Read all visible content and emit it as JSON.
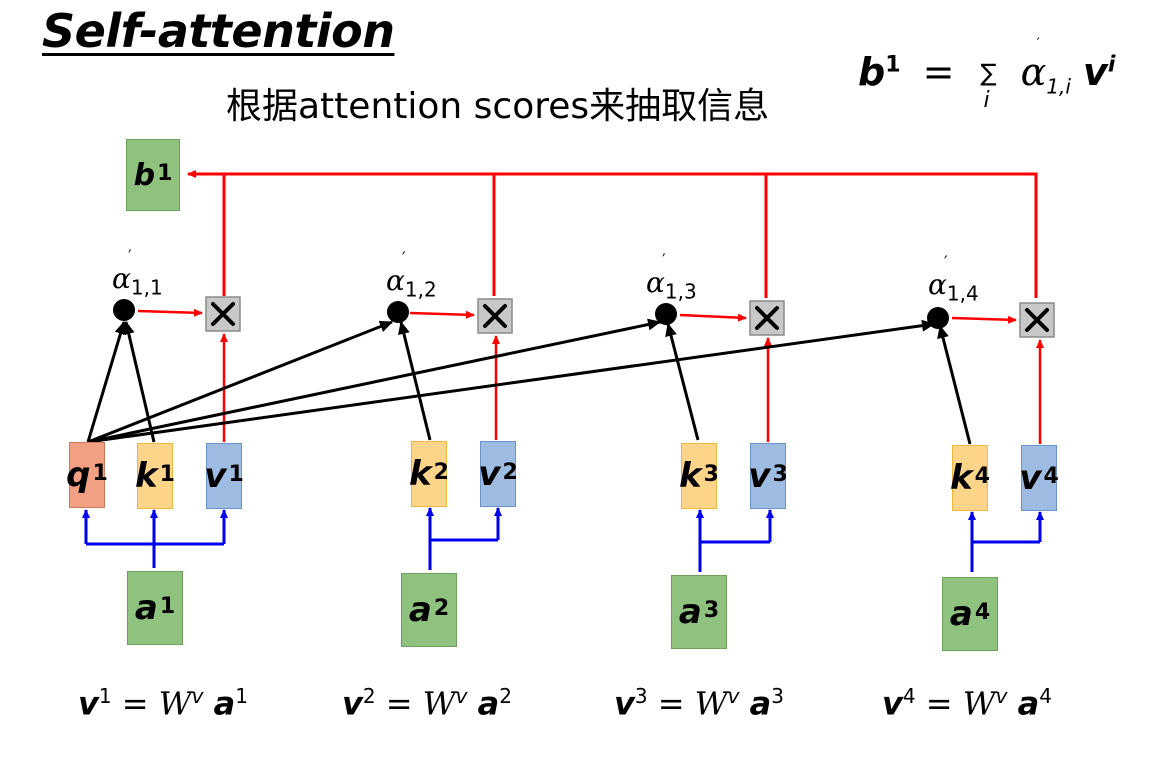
{
  "title": "Self-attention",
  "caption": "根据attention scores来抽取信息",
  "formula_top": {
    "lhs": "b",
    "lhs_sup": "1",
    "eq": "=",
    "sum": "∑",
    "sum_sub": "i",
    "alpha": "α",
    "alpha_prime": "′",
    "alpha_sub": "1,i",
    "v": "v",
    "v_sup": "i"
  },
  "output": {
    "label": "b",
    "sup": "1"
  },
  "query": {
    "label": "q",
    "sup": "1"
  },
  "columns": [
    {
      "k": "k",
      "k_sup": "1",
      "v": "v",
      "v_sup": "1",
      "a": "a",
      "a_sup": "1",
      "alpha": "α",
      "alpha_prime": "′",
      "alpha_sub": "1,1",
      "eq_lhs": "v",
      "eq_lhs_sup": "1",
      "eq_eq": "=",
      "eq_W": "W",
      "eq_W_sup": "v",
      "eq_a": "a",
      "eq_a_sup": "1"
    },
    {
      "k": "k",
      "k_sup": "2",
      "v": "v",
      "v_sup": "2",
      "a": "a",
      "a_sup": "2",
      "alpha": "α",
      "alpha_prime": "′",
      "alpha_sub": "1,2",
      "eq_lhs": "v",
      "eq_lhs_sup": "2",
      "eq_eq": "=",
      "eq_W": "W",
      "eq_W_sup": "v",
      "eq_a": "a",
      "eq_a_sup": "2"
    },
    {
      "k": "k",
      "k_sup": "3",
      "v": "v",
      "v_sup": "3",
      "a": "a",
      "a_sup": "3",
      "alpha": "α",
      "alpha_prime": "′",
      "alpha_sub": "1,3",
      "eq_lhs": "v",
      "eq_lhs_sup": "3",
      "eq_eq": "=",
      "eq_W": "W",
      "eq_W_sup": "v",
      "eq_a": "a",
      "eq_a_sup": "3"
    },
    {
      "k": "k",
      "k_sup": "4",
      "v": "v",
      "v_sup": "4",
      "a": "a",
      "a_sup": "4",
      "alpha": "α",
      "alpha_prime": "′",
      "alpha_sub": "1,4",
      "eq_lhs": "v",
      "eq_lhs_sup": "4",
      "eq_eq": "=",
      "eq_W": "W",
      "eq_W_sup": "v",
      "eq_a": "a",
      "eq_a_sup": "4"
    }
  ],
  "multiply_symbol": "✕",
  "colors": {
    "red_arrow": "#ff0000",
    "blue_arrow": "#0000ee",
    "black_arrow": "#000000",
    "green": "#8fc27e",
    "orange": "#fcd48a",
    "blue": "#9ebbe2",
    "query": "#f1a084",
    "mult": "#c8c8c8"
  }
}
